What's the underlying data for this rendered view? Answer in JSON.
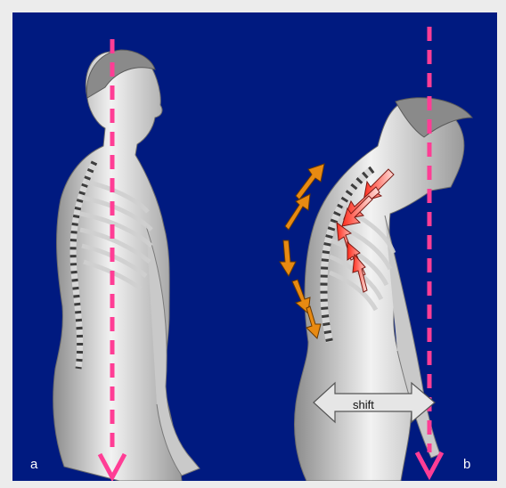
{
  "labels": {
    "a": "a",
    "b": "b",
    "shift": "shift"
  },
  "colors": {
    "background": "#001a80",
    "plumb_line": "#ff3d95",
    "shift_arrow": "#e6e6e6",
    "compensation_arrows": "#e88a12",
    "force_arrows": "#ff5a4a"
  }
}
